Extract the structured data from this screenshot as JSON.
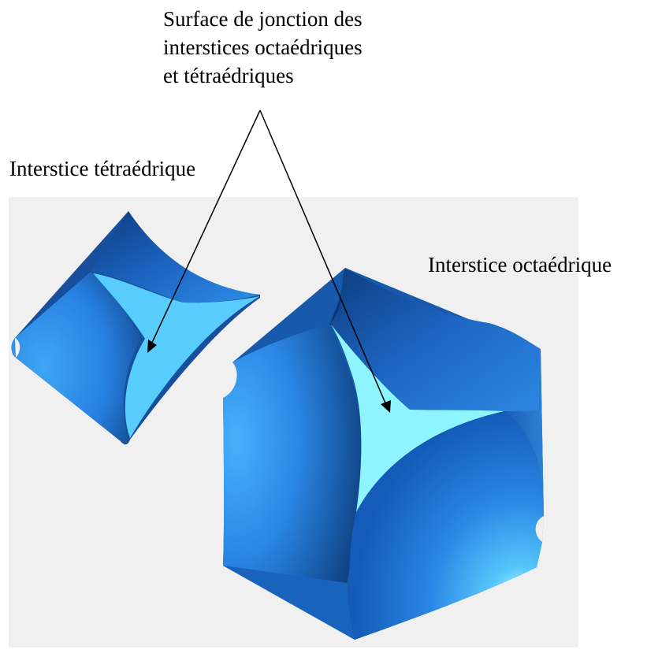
{
  "labels": {
    "junction_line1": "Surface de jonction des",
    "junction_line2": "interstices octaédriques",
    "junction_line3": "et tétraédriques",
    "tetrahedral": "Interstice tétraédrique",
    "octahedral": "Interstice octaédrique"
  },
  "colors": {
    "background_panel": "#f0f0f0",
    "sphere_dark": "#0b3a78",
    "sphere_mid": "#1f6fd0",
    "sphere_light": "#3aa0f0",
    "junction_surface_tetra": "#58cdfb",
    "junction_surface_octa": "#8ef4fd",
    "highlight": "#c8fbff",
    "arrow": "#000000"
  }
}
